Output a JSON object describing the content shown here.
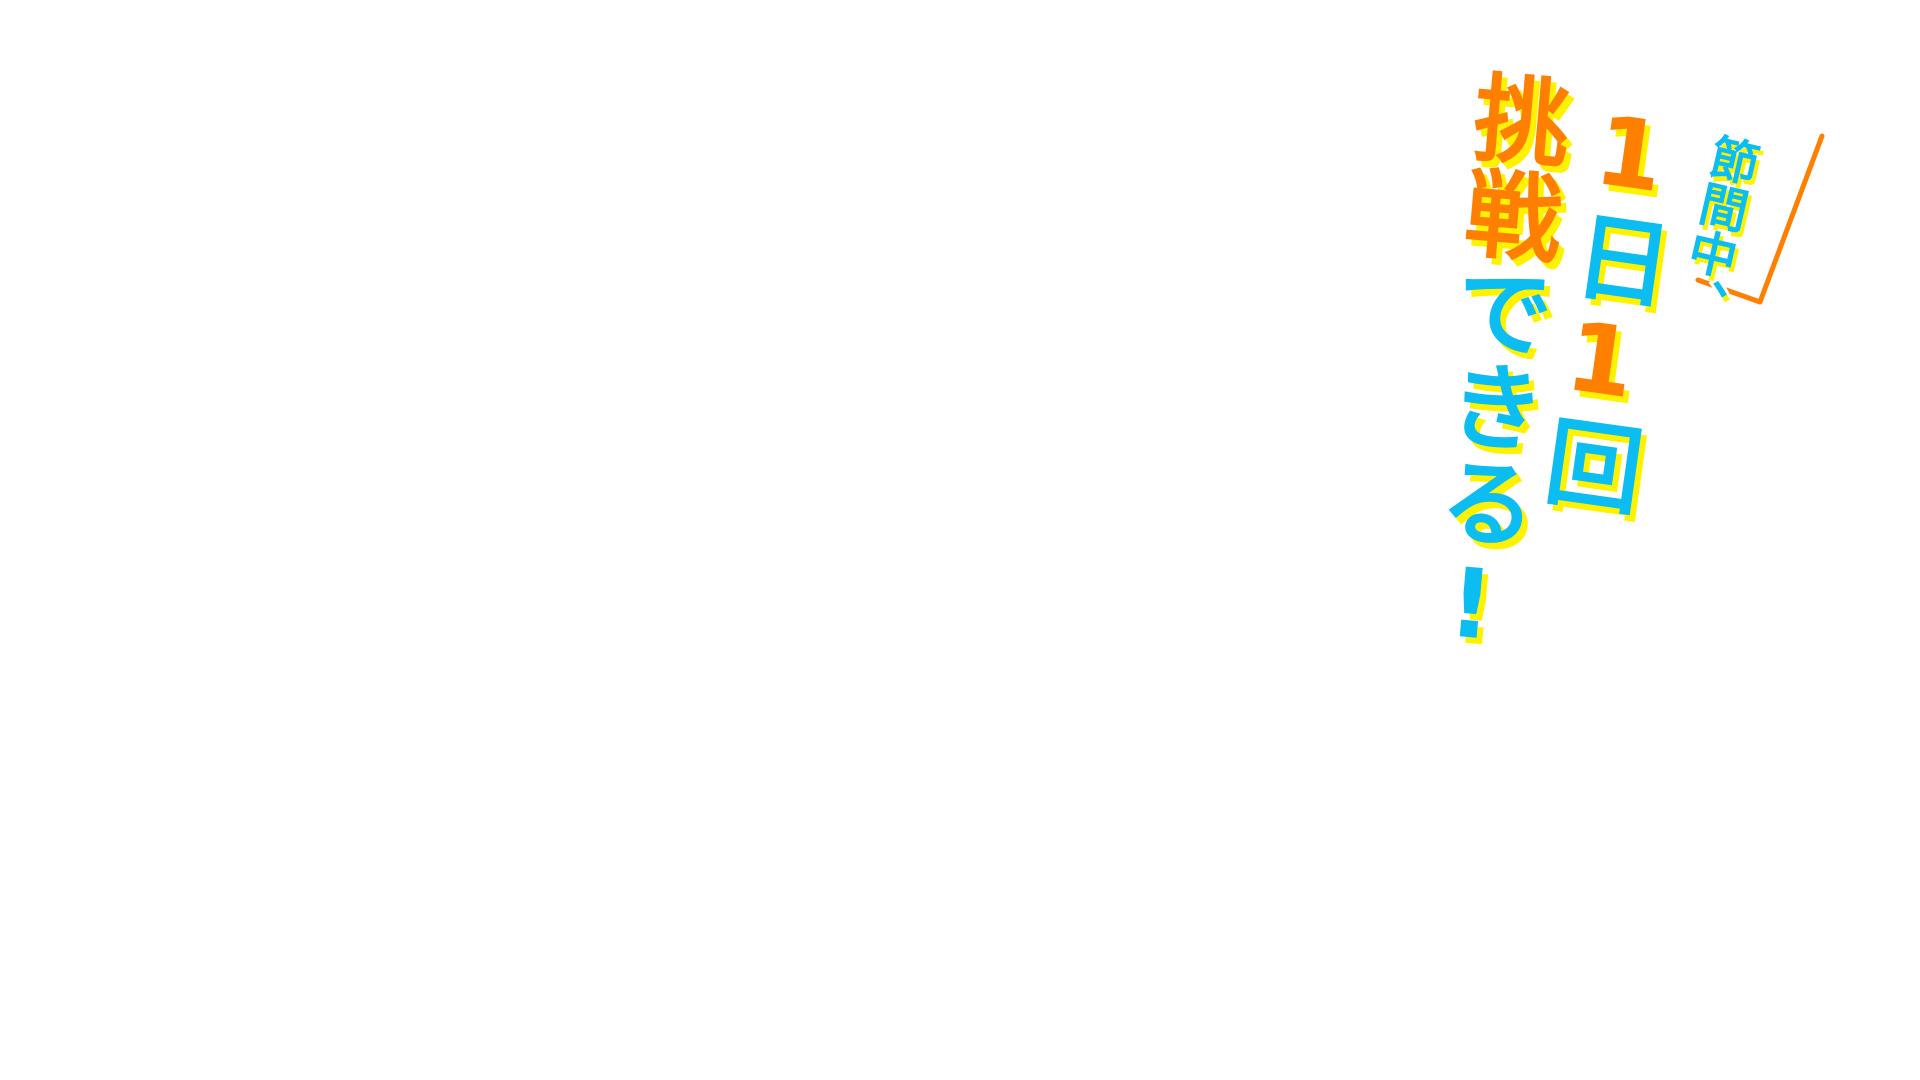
{
  "colors": {
    "orange": "#ff8000",
    "blue": "#0bbdf0",
    "yellow": "#fff200",
    "background": "#ffffff"
  },
  "banner": {
    "period_text": "節間中、",
    "line1": {
      "num1": "1",
      "unit1": "日",
      "num2": "1",
      "unit2": "回"
    },
    "line2": {
      "verb": "挑戦",
      "ending": "できる!"
    }
  }
}
